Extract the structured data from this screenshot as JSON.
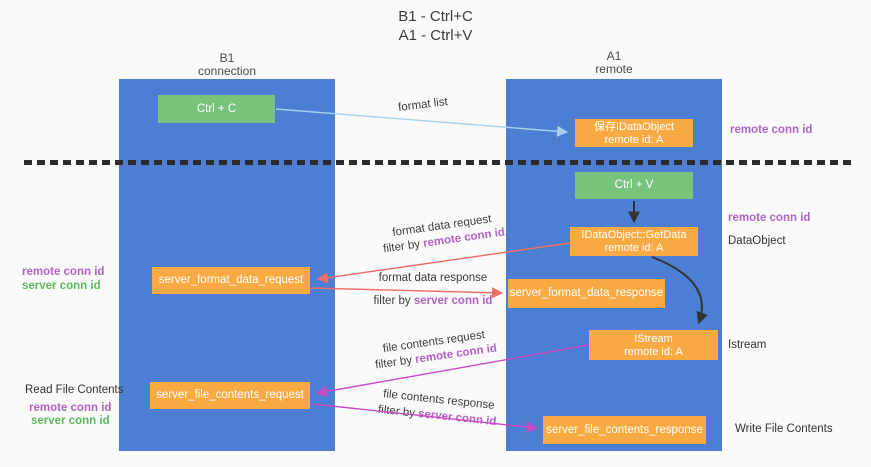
{
  "title": {
    "line1": "B1 - Ctrl+C",
    "line2": "A1 - Ctrl+V"
  },
  "lanes": {
    "left": {
      "title": "B1",
      "subtitle": "connection"
    },
    "right": {
      "title": "A1",
      "subtitle": "remote"
    }
  },
  "nodes": {
    "ctrl_c": {
      "label": "Ctrl + C"
    },
    "ctrl_v": {
      "label": "Ctrl + V"
    },
    "save_dataobject": {
      "line1": "保存IDataObject",
      "line2": "remote id: A"
    },
    "getdata": {
      "line1": "IDataObject::GetData",
      "line2": "remote id: A"
    },
    "istream": {
      "line1": "IStream",
      "line2": "remote id: A"
    },
    "format_request": {
      "label": "server_format_data_request"
    },
    "format_response": {
      "label": "server_format_data_response"
    },
    "file_request": {
      "label": "server_file_contents_request"
    },
    "file_response": {
      "label": "server_file_contents_response"
    }
  },
  "annotations": {
    "format_list": {
      "label": "format list"
    },
    "format_data_request": {
      "line1": "format data request",
      "prefix": "filter by ",
      "highlight": "remote conn id"
    },
    "format_data_response": {
      "line1": "format data response",
      "prefix": "filter by ",
      "highlight": "server conn id"
    },
    "file_contents_request": {
      "line1": "file contents request",
      "prefix": "filter by ",
      "highlight": "remote conn id"
    },
    "file_contents_response": {
      "line1": "file contents response",
      "prefix": "filter by ",
      "highlight": "server conn id"
    }
  },
  "side_labels": {
    "right_remote_conn_id_1": "remote conn id",
    "right_remote_conn_id_2": "remote conn id",
    "dataobject": "DataObject",
    "istream": "Istream",
    "write_file_contents": "Write File Contents",
    "left_remote_conn_id_1": "remote conn id",
    "left_server_conn_id_1": "server conn id",
    "read_file_contents": "Read File Contents",
    "left_remote_conn_id_2": "remote conn id",
    "left_server_conn_id_2": "server conn id"
  },
  "colors": {
    "lane_blue": "#4c7ed3",
    "node_orange": "#f9aa42",
    "node_green": "#79c47c",
    "arrow_red": "#ec7066",
    "arrow_magenta": "#c94bc4",
    "arrow_light_blue": "#a6d2f0",
    "arrow_black": "#333333",
    "text_purple": "#b163c4",
    "text_green": "#5cb85f",
    "dashed_line": "#2b2b2b"
  }
}
